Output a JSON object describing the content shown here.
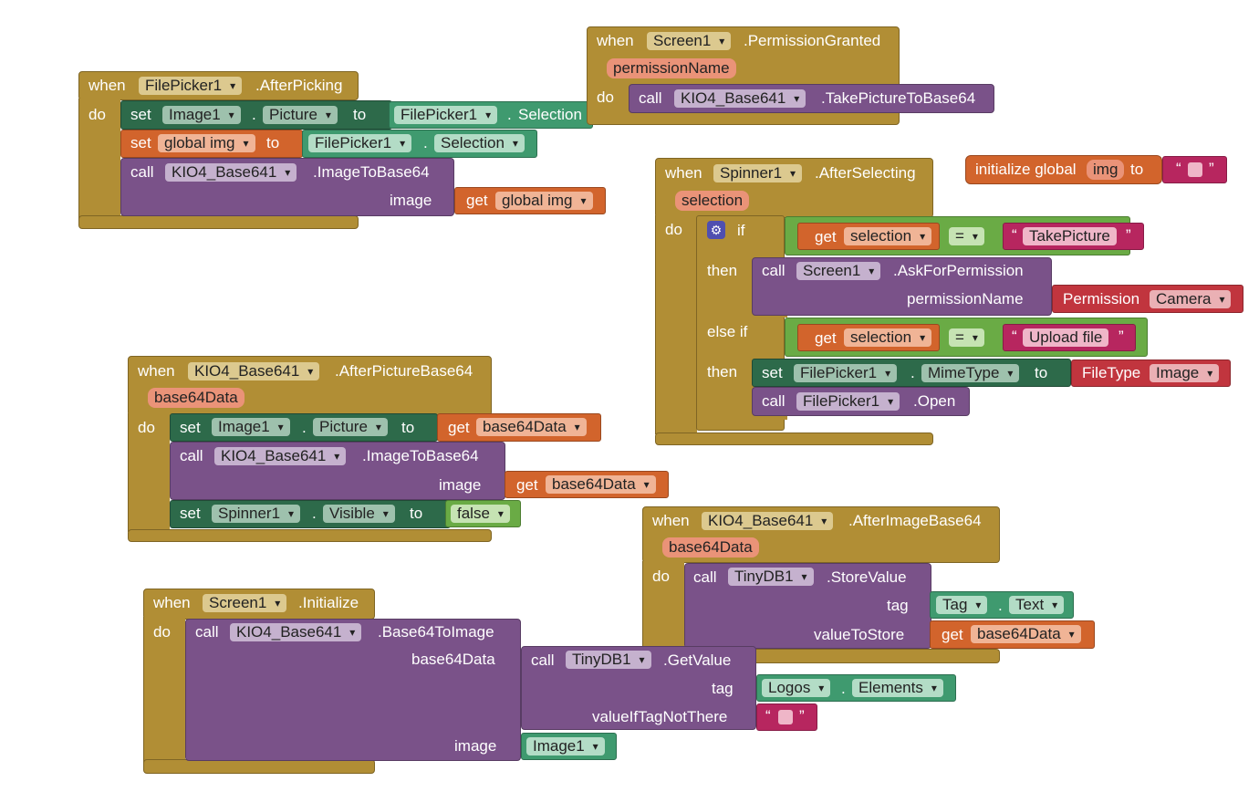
{
  "blocks": {
    "filepicker_afterpicking": {
      "when": "when",
      "component": "FilePicker1",
      "event": ".AfterPicking",
      "do": "do",
      "set1": {
        "set": "set",
        "component": "Image1",
        "dot": ".",
        "prop": "Picture",
        "to": "to",
        "value_component": "FilePicker1",
        "value_dot": ".",
        "value_prop": "Selection"
      },
      "set2": {
        "set": "set",
        "var": "global img",
        "to": "to",
        "value_component": "FilePicker1",
        "value_dot": ".",
        "value_prop": "Selection"
      },
      "call": {
        "call": "call",
        "component": "KIO4_Base641",
        "method": ".ImageToBase64",
        "arg": "image",
        "get": "get",
        "var": "global img"
      }
    },
    "screen_permissiongranted": {
      "when": "when",
      "component": "Screen1",
      "event": ".PermissionGranted",
      "param": "permissionName",
      "do": "do",
      "call": {
        "call": "call",
        "component": "KIO4_Base641",
        "method": ".TakePictureToBase64"
      }
    },
    "init_global": {
      "label": "initialize global",
      "name": "img",
      "to": "to",
      "open_quote": "“",
      "close_quote": "”"
    },
    "spinner_afterselecting": {
      "when": "when",
      "component": "Spinner1",
      "event": ".AfterSelecting",
      "param": "selection",
      "do": "do",
      "if_label": "if",
      "then_label": "then",
      "elseif_label": "else if",
      "then2_label": "then",
      "cond1": {
        "get": "get",
        "var": "selection",
        "op": "=",
        "open_quote": "“",
        "text": "TakePicture",
        "close_quote": "”"
      },
      "then1": {
        "call": "call",
        "component": "Screen1",
        "method": ".AskForPermission",
        "arg": "permissionName",
        "helper": "Permission",
        "helper_value": "Camera"
      },
      "cond2": {
        "get": "get",
        "var": "selection",
        "op": "=",
        "open_quote": "“",
        "text": "Upload file",
        "close_quote": "”"
      },
      "then2_set": {
        "set": "set",
        "component": "FilePicker1",
        "dot": ".",
        "prop": "MimeType",
        "to": "to",
        "helper": "FileType",
        "helper_value": "Image"
      },
      "then2_call": {
        "call": "call",
        "component": "FilePicker1",
        "method": ".Open"
      }
    },
    "afterpicturebase64": {
      "when": "when",
      "component": "KIO4_Base641",
      "event": ".AfterPictureBase64",
      "param": "base64Data",
      "do": "do",
      "set1": {
        "set": "set",
        "component": "Image1",
        "dot": ".",
        "prop": "Picture",
        "to": "to",
        "get": "get",
        "var": "base64Data"
      },
      "call": {
        "call": "call",
        "component": "KIO4_Base641",
        "method": ".ImageToBase64",
        "arg": "image",
        "get": "get",
        "var": "base64Data"
      },
      "set2": {
        "set": "set",
        "component": "Spinner1",
        "dot": ".",
        "prop": "Visible",
        "to": "to",
        "value": "false"
      }
    },
    "afterimagebase64": {
      "when": "when",
      "component": "KIO4_Base641",
      "event": ".AfterImageBase64",
      "param": "base64Data",
      "do": "do",
      "call": {
        "call": "call",
        "component": "TinyDB1",
        "method": ".StoreValue",
        "arg1": "tag",
        "tag_comp": "Tag",
        "tag_dot": ".",
        "tag_prop": "Text",
        "arg2": "valueToStore",
        "get": "get",
        "var": "base64Data"
      }
    },
    "screen_initialize": {
      "when": "when",
      "component": "Screen1",
      "event": ".Initialize",
      "do": "do",
      "call": {
        "call": "call",
        "component": "KIO4_Base641",
        "method": ".Base64ToImage",
        "arg1": "base64Data",
        "arg2": "image",
        "image_value": "Image1"
      },
      "getvalue": {
        "call": "call",
        "component": "TinyDB1",
        "method": ".GetValue",
        "arg1": "tag",
        "arg2": "valueIfTagNotThere",
        "tag_comp": "Logos",
        "tag_dot": ".",
        "tag_prop": "Elements",
        "open_quote": "“",
        "close_quote": "”"
      }
    }
  }
}
